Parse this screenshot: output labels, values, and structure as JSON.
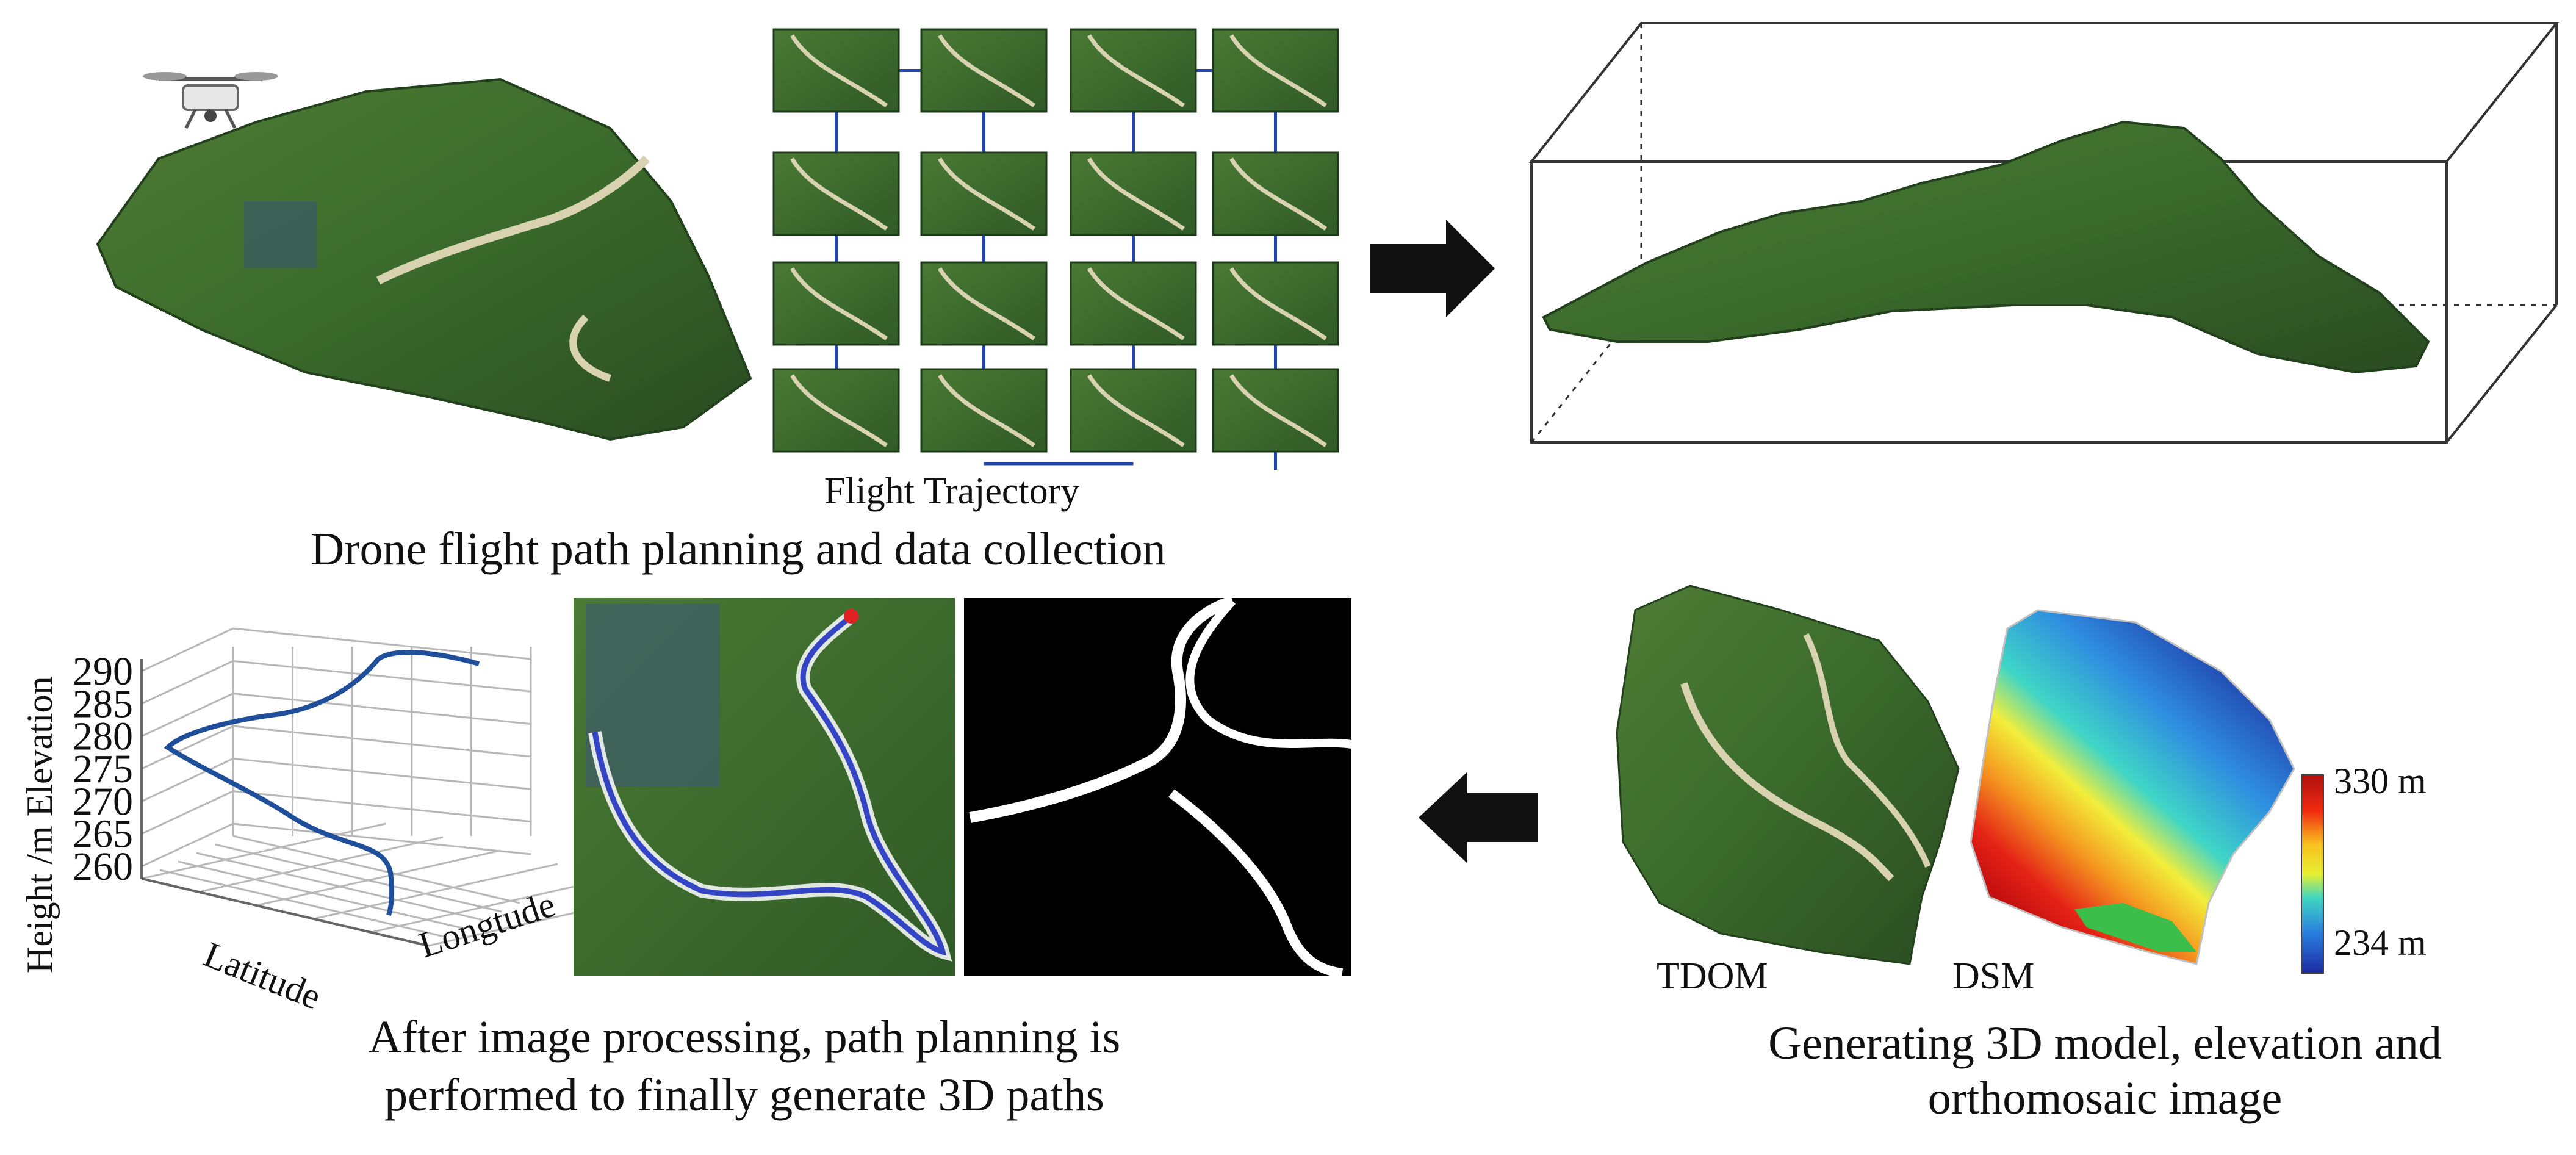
{
  "captions": {
    "flight_trajectory": "Flight Trajectory",
    "top_left": "Drone flight path planning and data collection",
    "bottom_left_line1": "After image processing, path planning is",
    "bottom_left_line2": "performed to finally generate 3D paths",
    "bottom_right_line1": "Generating 3D model, elevation and",
    "bottom_right_line2": "orthomosaic image"
  },
  "chart_data": {
    "type": "line",
    "ylabel": "Height /m  Elevation",
    "xlabel": "Latitude",
    "zlabel": "Longtude",
    "y_ticks": [
      "290",
      "285",
      "280",
      "275",
      "270",
      "265",
      "260"
    ],
    "series": [
      {
        "color": "#1f4e9a"
      }
    ]
  },
  "labels": {
    "tdom": "TDOM",
    "dsm": "DSM",
    "legend_max": "330 m",
    "legend_min": "234 m"
  },
  "colors": {
    "terrain_green": "#3f6e2f",
    "terrain_dark": "#2b4a22",
    "road": "#d9d2b0",
    "path_blue": "#3345c4",
    "arrow": "#111111"
  }
}
